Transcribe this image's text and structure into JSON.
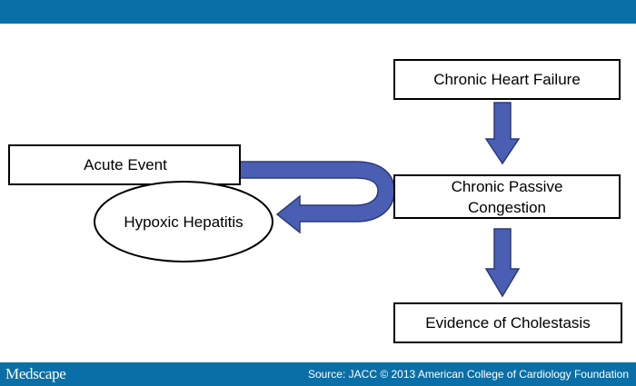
{
  "diagram": {
    "nodes": {
      "chronic_heart_failure": "Chronic Heart Failure",
      "acute_event": "Acute Event",
      "chronic_passive_congestion_line1": "Chronic Passive",
      "chronic_passive_congestion_line2": "Congestion",
      "hypoxic_hepatitis": "Hypoxic Hepatitis",
      "evidence_of_cholestasis": "Evidence of Cholestasis"
    },
    "colors": {
      "arrow_fill": "#4a5fb3",
      "arrow_stroke": "#2b3a7a",
      "bar": "#0a6fa6"
    }
  },
  "footer": {
    "logo": "Medscape",
    "source": "Source: JACC © 2013 American College of Cardiology Foundation"
  }
}
